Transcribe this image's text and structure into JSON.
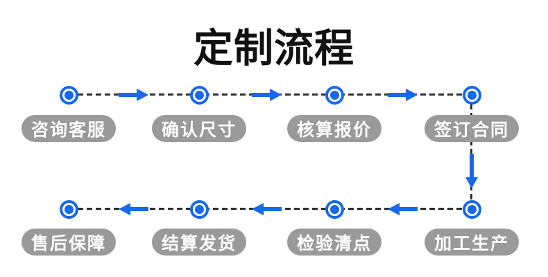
{
  "title": "定制流程",
  "flow": {
    "top_row": {
      "direction": "left-to-right",
      "steps": [
        {
          "label": "咨询客服"
        },
        {
          "label": "确认尺寸"
        },
        {
          "label": "核算报价"
        },
        {
          "label": "签订合同"
        }
      ]
    },
    "bottom_row": {
      "direction": "right-to-left",
      "steps": [
        {
          "label": "售后保障"
        },
        {
          "label": "结算发货"
        },
        {
          "label": "检验清点"
        },
        {
          "label": "加工生产"
        }
      ]
    }
  },
  "icons": {
    "node": "circle-ring-with-dot",
    "arrow_right": "solid-right-arrow",
    "arrow_left": "solid-left-arrow",
    "arrow_down": "solid-down-arrow",
    "connector": "dashed-line"
  },
  "colors": {
    "accent_blue": "#1668ec",
    "pill_gray": "#9a9a9a",
    "dash_dark": "#2d2d2d",
    "title_black": "#111111",
    "background": "#ffffff",
    "pill_text": "#ffffff"
  }
}
